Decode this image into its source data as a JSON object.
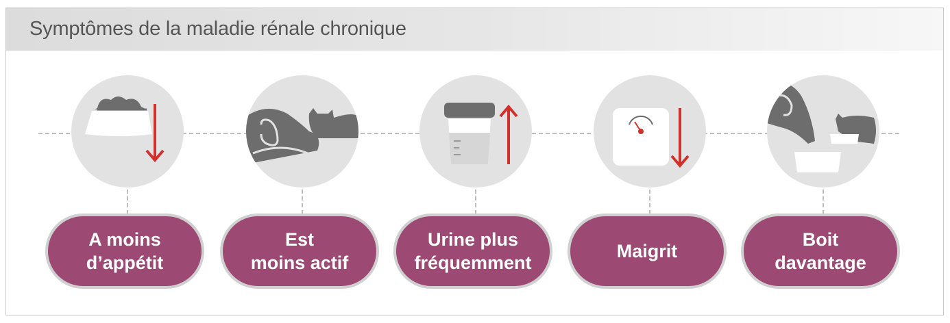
{
  "title": "Symptômes de la maladie rénale chronique",
  "colors": {
    "pill": "#9c4a74",
    "arrow": "#d0312d",
    "circle": "#e2e2e2",
    "icon": "#6d6d6d"
  },
  "symptoms": [
    {
      "line1": "A moins",
      "line2": "d’appétit",
      "icon": "food-bowl-down-icon"
    },
    {
      "line1": "Est",
      "line2": "moins actif",
      "icon": "sleeping-pets-icon"
    },
    {
      "line1": "Urine plus",
      "line2": "fréquemment",
      "icon": "urine-cup-up-icon"
    },
    {
      "line1": "Maigrit",
      "line2": "",
      "icon": "scale-down-icon"
    },
    {
      "line1": "Boit",
      "line2": "davantage",
      "icon": "drinking-pets-icon"
    }
  ]
}
